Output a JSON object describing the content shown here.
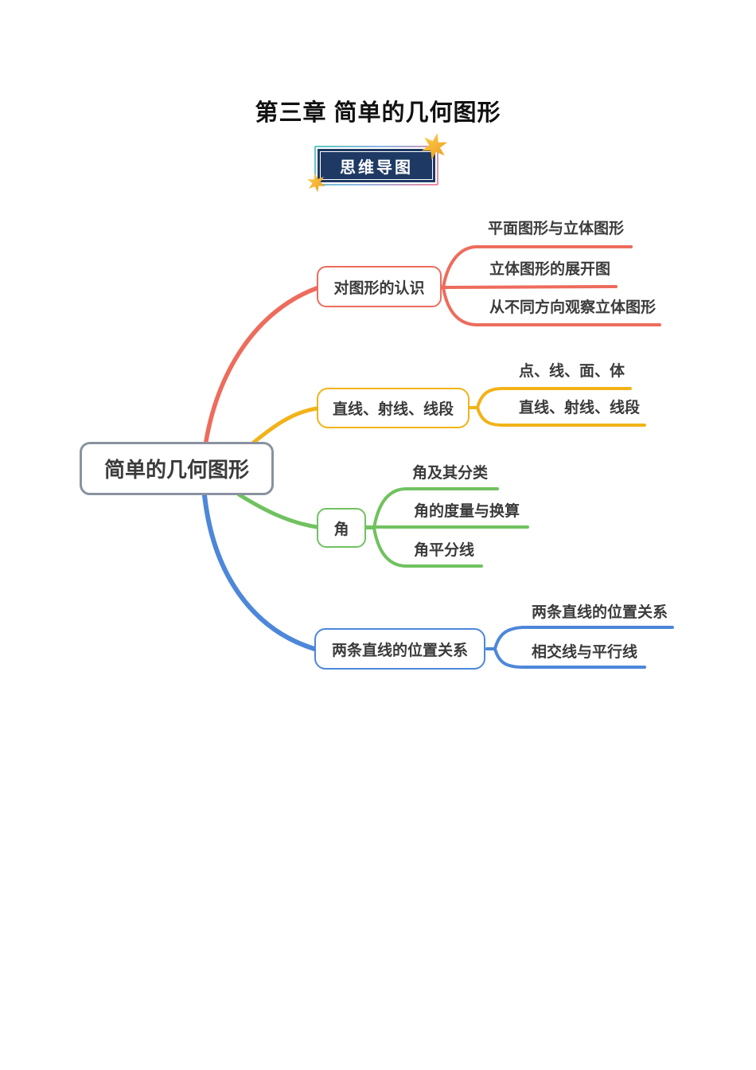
{
  "title": "第三章 简单的几何图形",
  "badge": {
    "label": "思维导图",
    "bg_color": "#1e3a64",
    "star_color": "#f3a623"
  },
  "mindmap": {
    "root": {
      "label": "简单的几何图形",
      "border_color": "#8a92a0"
    },
    "branches": [
      {
        "label": "对图形的认识",
        "color": "#ed6c5c",
        "children": [
          "平面图形与立体图形",
          "立体图形的展开图",
          "从不同方向观察立体图形"
        ]
      },
      {
        "label": "直线、射线、线段",
        "color": "#f2b318",
        "children": [
          "点、线、面、体",
          "直线、射线、线段"
        ]
      },
      {
        "label": "角",
        "color": "#70c25f",
        "children": [
          "角及其分类",
          "角的度量与换算",
          "角平分线"
        ]
      },
      {
        "label": "两条直线的位置关系",
        "color": "#4d87d9",
        "children": [
          "两条直线的位置关系",
          "相交线与平行线"
        ]
      }
    ],
    "text_color": "#3b3b3b"
  }
}
